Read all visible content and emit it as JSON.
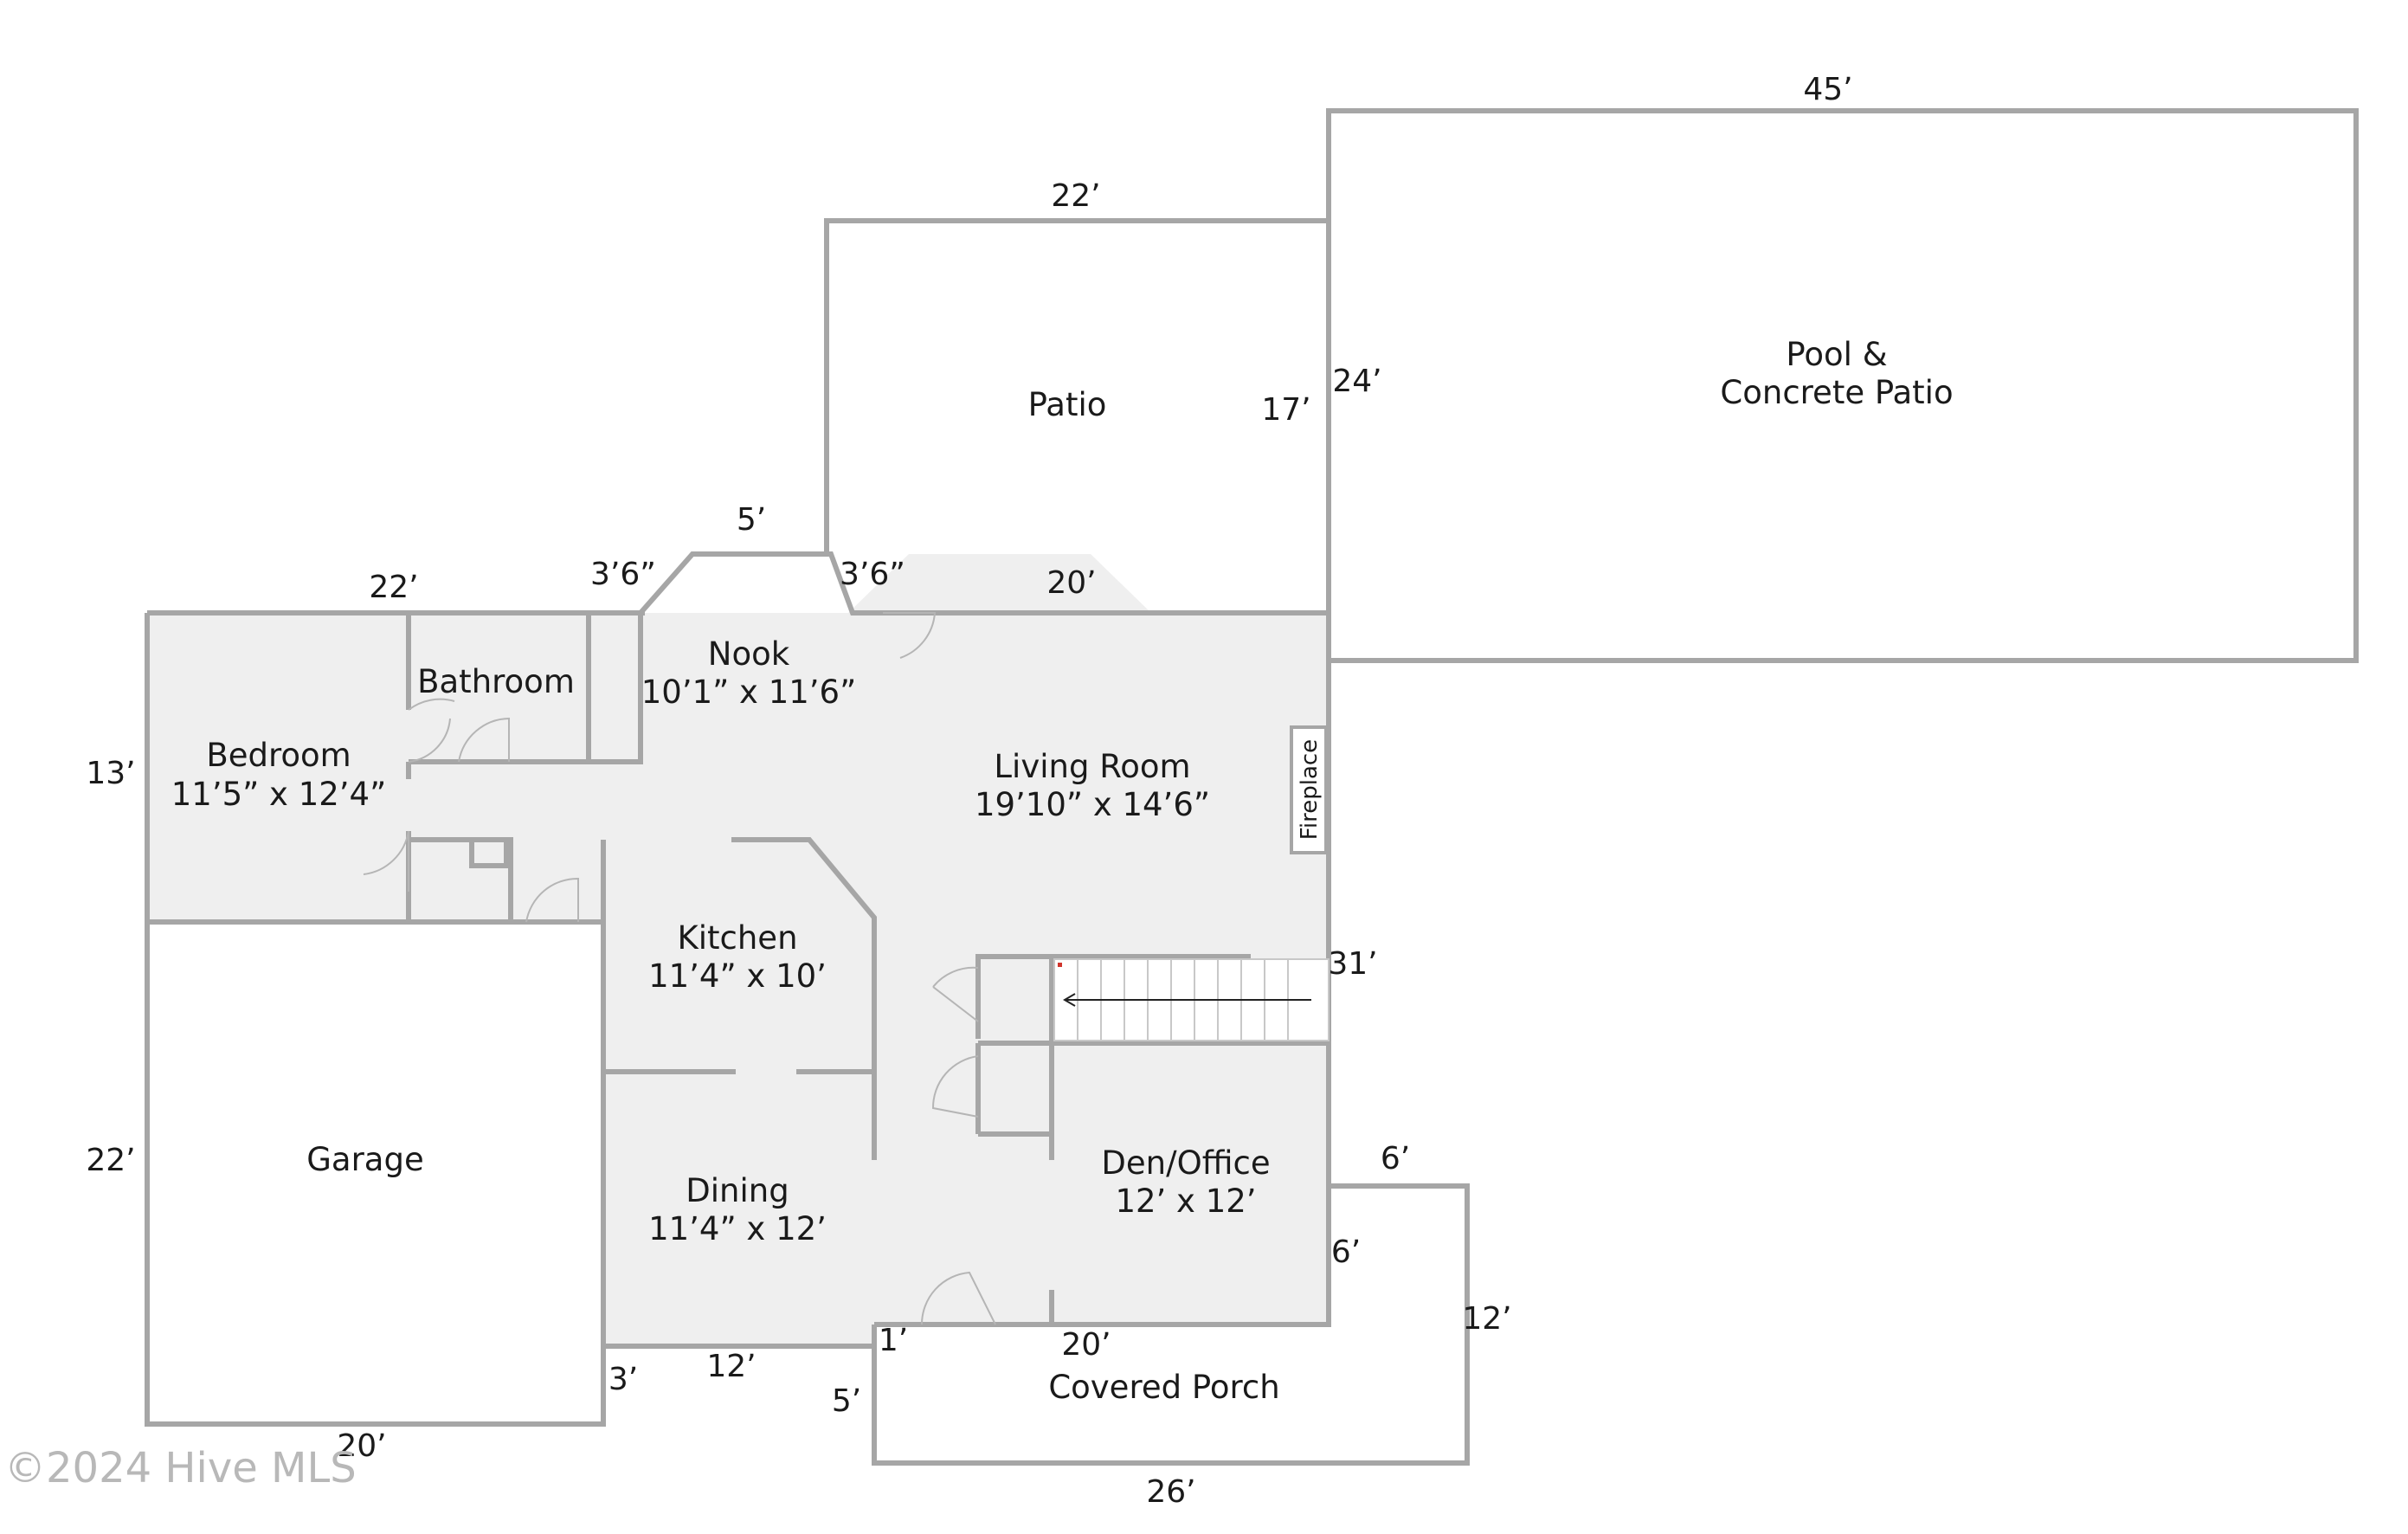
{
  "rooms": {
    "nook": {
      "name": "Nook",
      "size": "10’1” x 11’6”"
    },
    "bathroom": {
      "name": "Bathroom"
    },
    "bedroom": {
      "name": "Bedroom",
      "size": "11’5” x 12’4”"
    },
    "living": {
      "name": "Living Room",
      "size": "19’10” x 14’6”"
    },
    "kitchen": {
      "name": "Kitchen",
      "size": "11’4” x 10’"
    },
    "garage": {
      "name": "Garage"
    },
    "dining": {
      "name": "Dining",
      "size": "11’4” x 12’"
    },
    "den": {
      "name": "Den/Office",
      "size": "12’ x 12’"
    },
    "porch": {
      "name": "Covered Porch"
    },
    "patio": {
      "name": "Patio"
    },
    "pool": {
      "line1": "Pool &",
      "line2": "Concrete Patio"
    },
    "fireplace": {
      "name": "Fireplace"
    }
  },
  "dimensions": {
    "pool_top": "45’",
    "patio_top": "22’",
    "pool_side": "24’",
    "patio_side": "17’",
    "nook_top": "5’",
    "nook_left_angle": "3’6”",
    "nook_right_angle": "3’6”",
    "living_top": "20’",
    "bed_bath_top": "22’",
    "bedroom_left": "13’",
    "right_side": "31’",
    "garage_left": "22’",
    "porch_step_top": "6’",
    "porch_step_side": "6’",
    "porch_right": "12’",
    "porch_step_left": "1’",
    "den_bottom": "20’",
    "porch_left": "5’",
    "porch_bottom": "26’",
    "dining_bottom": "12’",
    "dining_step": "3’",
    "garage_bottom": "20’"
  },
  "watermark": "©2024 Hive MLS",
  "colors": {
    "wall": "#a6a6a6",
    "floor": "#efefef",
    "text": "#1a1a1a"
  }
}
